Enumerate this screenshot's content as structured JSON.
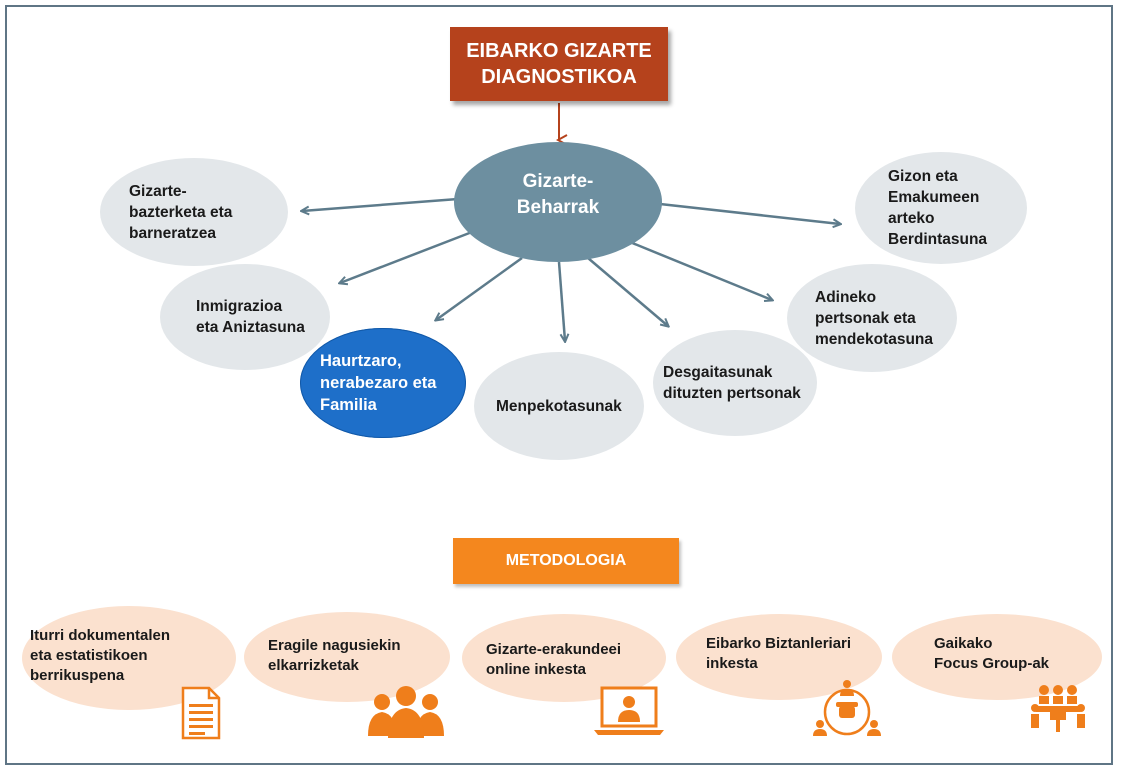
{
  "title": "EIBARKO GIZARTE\nDIAGNOSTIKOA",
  "center_node": "Gizarte-\nBeharrak",
  "needs": {
    "gizarte_bazterketa": "Gizarte-\nbazterketa eta\nbarneratzea",
    "inmigrazioa": "Inmigrazioa\neta Aniztasuna",
    "haurtzaro": "Haurtzaro,\nnerabezaro eta\nFamilia",
    "menpekotasunak": "Menpekotasunak",
    "desgaitasunak": "Desgaitasunak\ndituzten pertsonak",
    "adineko": "Adineko\npertsonak eta\nmendekotasuna",
    "gizon_emakume": "Gizon eta\nEmakumeen\narteko\nBerdintasuna"
  },
  "methodology_title": "METODOLOGIA",
  "methods": {
    "iturri": "Iturri dokumentalen\neta estatistikoen\nberrikuspena",
    "eragile": "Eragile nagusiekin\nelkarrizketak",
    "online": "Gizarte-erakundeei\nonline inkesta",
    "biztanleria": "Eibarko Biztanleriari\ninkesta",
    "focus": "Gaikako\nFocus Group-ak"
  },
  "icons": [
    "document-icon",
    "people-group-icon",
    "laptop-user-icon",
    "phone-survey-icon",
    "meeting-table-icon"
  ],
  "colors": {
    "title_bg": "#b5421c",
    "center_bg": "#6d8fa0",
    "node_bg": "#e3e7ea",
    "highlight_bg": "#1e6fc9",
    "method_bg": "#f4871e",
    "method_node_bg": "#fbe1cf",
    "icon_color": "#ef7e1b",
    "arrow_color": "#5d7b8b"
  }
}
